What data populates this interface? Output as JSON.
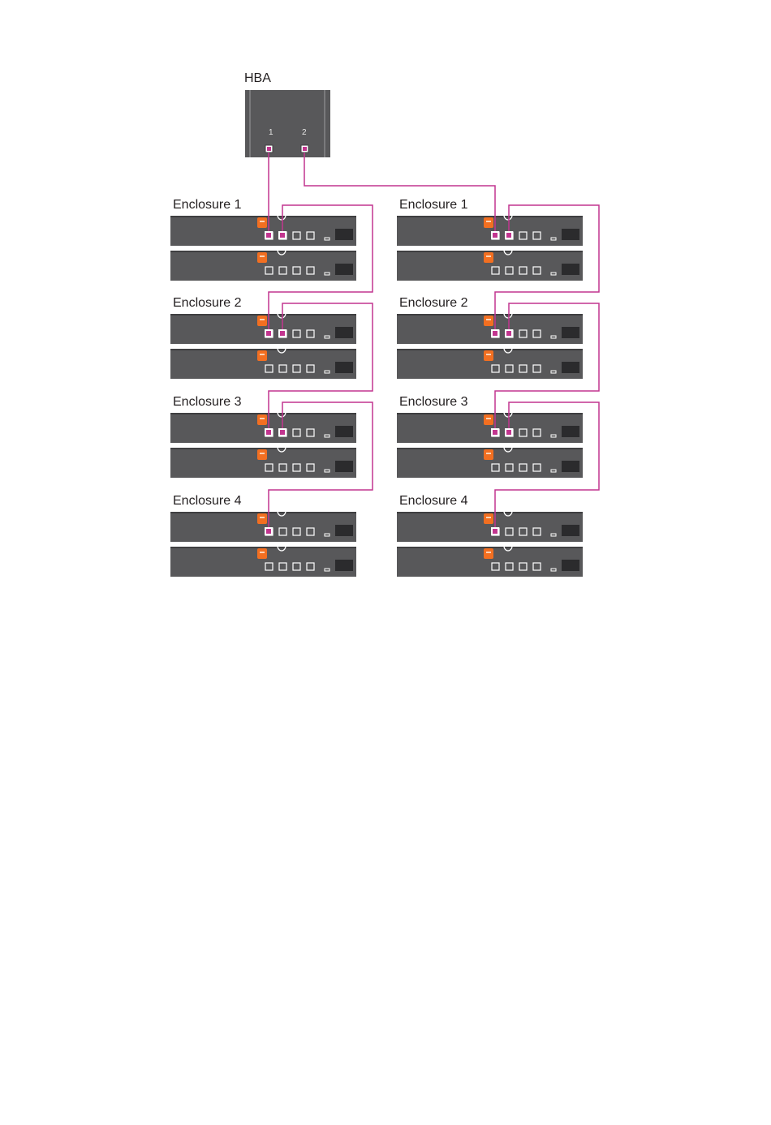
{
  "hba": {
    "label": "HBA",
    "ports": [
      "1",
      "2"
    ]
  },
  "columns": [
    {
      "enclosures": [
        "Enclosure 1",
        "Enclosure 2",
        "Enclosure 3",
        "Enclosure 4"
      ]
    },
    {
      "enclosures": [
        "Enclosure 1",
        "Enclosure 2",
        "Enclosure 3",
        "Enclosure 4"
      ]
    }
  ],
  "colors": {
    "chassis": "#58585a",
    "chassis_edge": "#3f3f41",
    "cable": "#c2358f",
    "handle": "#f26f21",
    "port_outline": "#ffffff",
    "background": "#ffffff"
  },
  "icons": {
    "handle": "orange-latch-icon",
    "port": "sas-port-icon",
    "ring": "ring-pull-icon",
    "led": "status-led-icon",
    "display": "lcd-panel-icon"
  }
}
